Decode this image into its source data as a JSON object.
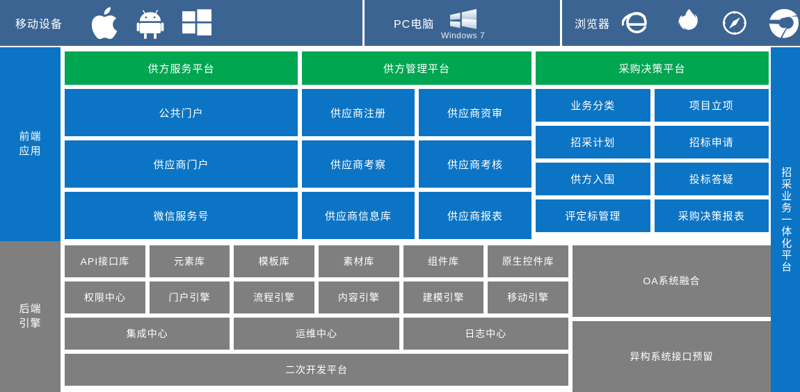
{
  "topbar": {
    "segments": [
      {
        "label": "移动设备",
        "name": "mobile-devices",
        "icons": [
          "apple-icon",
          "android-icon",
          "windows-phone-icon"
        ]
      },
      {
        "label": "PC电脑",
        "name": "pc-computers",
        "icons": [
          "windows7-icon"
        ],
        "icon_caption": "Windows 7"
      },
      {
        "label": "浏览器",
        "name": "browsers",
        "icons": [
          "internet-explorer-icon",
          "firefox-icon",
          "safari-icon",
          "chrome-icon"
        ]
      }
    ]
  },
  "sidebar": {
    "frontend": "前端\n应用",
    "frontend_line1": "前端",
    "frontend_line2": "应用",
    "backend_line1": "后端",
    "backend_line2": "引擎"
  },
  "right_strip": {
    "label": "招采业务一体化平台"
  },
  "frontend": {
    "columns": [
      {
        "header": "供方服务平台",
        "blocks": [
          "公共门户",
          "供应商门户",
          "微信服务号"
        ]
      },
      {
        "header": "供方管理平台",
        "rows": [
          [
            "供应商注册",
            "供应商资审"
          ],
          [
            "供应商考察",
            "供应商考核"
          ],
          [
            "供应商信息库",
            "供应商报表"
          ]
        ]
      },
      {
        "header": "采购决策平台",
        "rows": [
          [
            "业务分类",
            "项目立项"
          ],
          [
            "招采计划",
            "招标申请"
          ],
          [
            "供方入围",
            "投标答疑"
          ],
          [
            "评定标管理",
            "采购决策报表"
          ]
        ]
      }
    ]
  },
  "backend": {
    "row1": [
      "API接口库",
      "元素库",
      "模板库",
      "素材库",
      "组件库",
      "原生控件库"
    ],
    "row2": [
      "权限中心",
      "门户引擎",
      "流程引擎",
      "内容引擎",
      "建模引擎",
      "移动引擎"
    ],
    "row3": [
      "集成中心",
      "运维中心",
      "日志中心"
    ],
    "row4": "二次开发平台",
    "right": [
      "OA系统融合",
      "异构系统接口预留"
    ]
  },
  "colors": {
    "topbar_blue": "#3b6493",
    "primary_blue": "#0c74c4",
    "green": "#00a650",
    "gray": "#7f7f7f",
    "white": "#ffffff"
  }
}
